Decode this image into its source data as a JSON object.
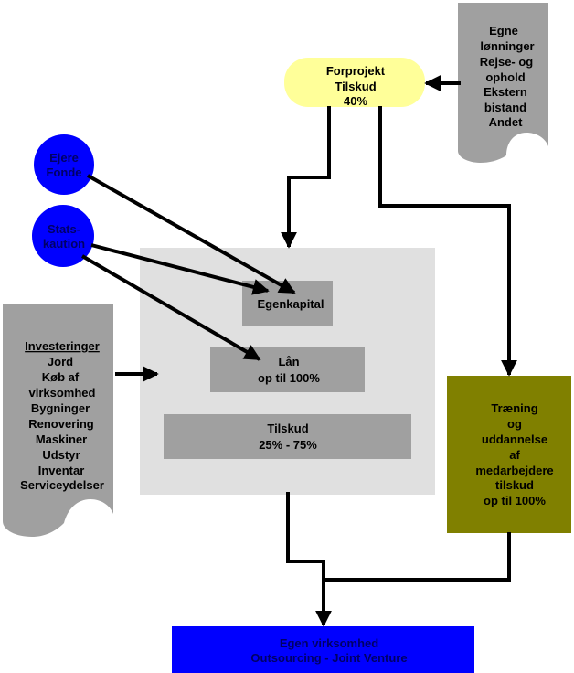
{
  "colors": {
    "yellow_pill": "#ffff99",
    "gray_doc": "#a0a0a0",
    "center_panel": "#e0e0e0",
    "inner_box": "#a0a0a0",
    "blue_circle": "#0000ff",
    "olive_box": "#808000",
    "blue_bar": "#0000ff",
    "line": "#000000"
  },
  "forprojekt": {
    "lines": [
      "Forprojekt",
      "Tilskud",
      "40%"
    ]
  },
  "costs_doc": {
    "lines": [
      "Egne",
      "lønninger",
      "Rejse- og",
      "ophold",
      "Ekstern",
      "bistand",
      "Andet"
    ]
  },
  "ejere_fonde": {
    "lines": [
      "Ejere",
      "Fonde"
    ]
  },
  "statskaution": {
    "lines": [
      "Stats-",
      "kaution"
    ]
  },
  "investeringer_doc": {
    "heading": "Investeringer",
    "lines": [
      "Jord",
      "Køb af",
      "virksomhed",
      "Bygninger",
      "Renovering",
      "Maskiner",
      "Udstyr",
      "Inventar",
      "Serviceydelser"
    ]
  },
  "financing": {
    "egenkapital": {
      "lines": [
        "Egenkapital"
      ]
    },
    "laan": {
      "lines": [
        "Lån",
        "op til 100%"
      ]
    },
    "tilskud": {
      "lines": [
        "Tilskud",
        "25% - 75%"
      ]
    }
  },
  "training": {
    "lines": [
      "Træning",
      "og",
      "uddannelse",
      "af",
      "medarbejdere",
      "tilskud",
      "op til 100%"
    ]
  },
  "result": {
    "lines": [
      "Egen virksomhed",
      "Outsourcing - Joint Venture"
    ]
  }
}
